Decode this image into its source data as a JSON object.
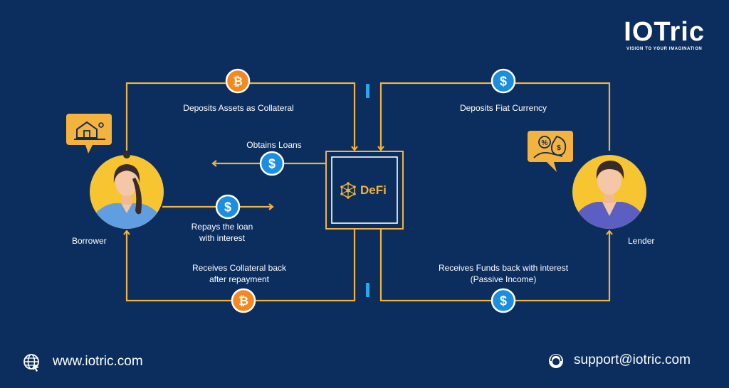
{
  "brand": {
    "name": "IOTric",
    "tagline": "VISION TO YOUR IMAGINATION"
  },
  "center": {
    "label": "DeFi"
  },
  "actors": {
    "borrower": "Borrower",
    "lender": "Lender"
  },
  "flows": {
    "deposits_collateral": "Deposits Assets as Collateral",
    "obtains_loans": "Obtains Loans",
    "repays_loan_line1": "Repays the loan",
    "repays_loan_line2": "with interest",
    "receives_collateral_line1": "Receives Collateral back",
    "receives_collateral_line2": "after repayment",
    "deposits_fiat": "Deposits Fiat Currency",
    "receives_funds_line1": "Receives Funds back with interest",
    "receives_funds_line2": "(Passive Income)"
  },
  "footer": {
    "website": "www.iotric.com",
    "email": "support@iotric.com"
  },
  "colors": {
    "background": "#0b2e5e",
    "line": "#f3b33d",
    "bitcoin": "#f5891f",
    "dollar": "#1c8ee0",
    "accent_blue": "#2aa7e6"
  },
  "icons": {
    "bitcoin": "bitcoin-coin-icon",
    "dollar": "dollar-coin-icon",
    "globe": "globe-icon",
    "support": "headset-icon",
    "house": "house-icon",
    "money": "money-hand-icon"
  }
}
